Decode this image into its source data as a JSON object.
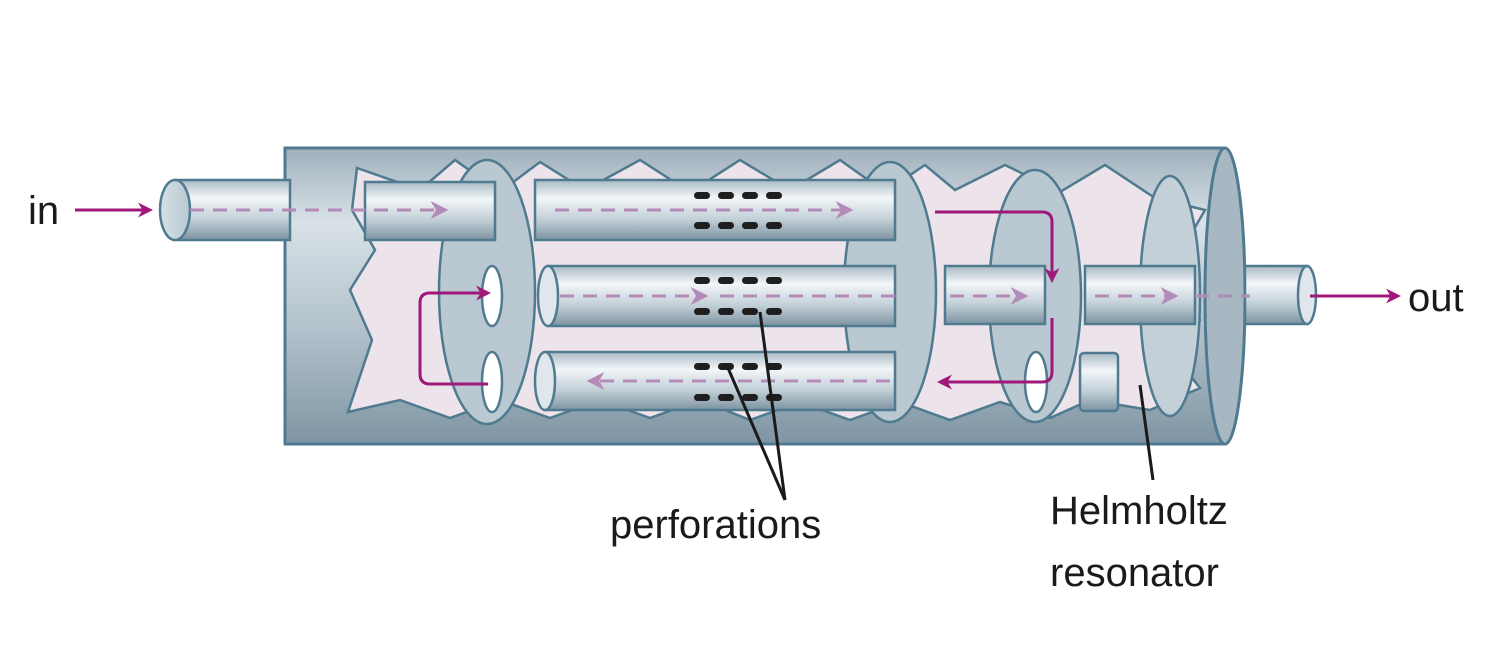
{
  "labels": {
    "inlet": "in",
    "outlet": "out",
    "perforations": "perforations",
    "resonator_line1": "Helmholtz",
    "resonator_line2": "resonator"
  },
  "colors": {
    "body_fill": "#b8c6d0",
    "body_edge": "#4f7a90",
    "interior": "#ece4ea",
    "pipe_light": "#e8eef2",
    "pipe_dark": "#8ea3b0",
    "flow_arrow": "#a0187a",
    "flow_dash": "#b48ab8",
    "perforation": "#1e1e1e",
    "leader": "#1a1a1a"
  },
  "icons": {
    "flow": "arrow-icon",
    "perforation": "hole-icon"
  }
}
